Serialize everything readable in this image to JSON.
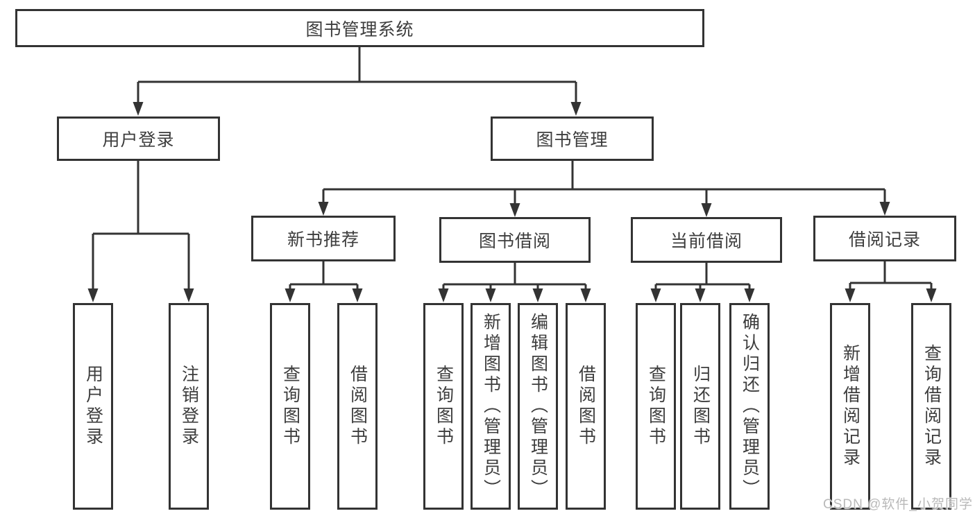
{
  "colors": {
    "line": "#333333",
    "box_border": "#333333",
    "box_background": "#ffffff",
    "label_text": "#3d3d3d",
    "watermark_text": "#b9b9b9"
  },
  "tree": {
    "root": "图书管理系统",
    "branches": [
      {
        "label": "用户登录",
        "children": [
          "用户登录",
          "注销登录"
        ]
      },
      {
        "label": "图书管理",
        "children": [
          {
            "label": "新书推荐",
            "children": [
              "查询图书",
              "借阅图书"
            ]
          },
          {
            "label": "图书借阅",
            "children": [
              "查询图书",
              "新增图书（管理员）",
              "编辑图书（管理员）",
              "借阅图书"
            ]
          },
          {
            "label": "当前借阅",
            "children": [
              "查询图书",
              "归还图书",
              "确认归还（管理员）"
            ]
          },
          {
            "label": "借阅记录",
            "children": [
              "新增借阅记录",
              "查询借阅记录"
            ]
          }
        ]
      }
    ]
  },
  "watermark": "CSDN @软件_小贺同学"
}
